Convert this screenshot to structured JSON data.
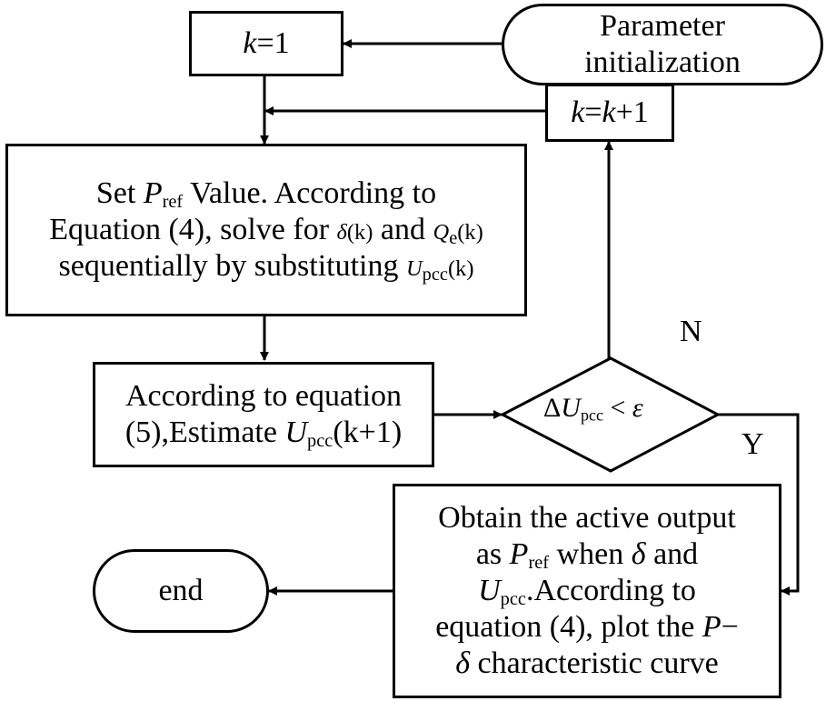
{
  "nodes": {
    "init": {
      "line1": "Parameter",
      "line2": "initialization"
    },
    "k1": {
      "var": "k",
      "eq": "=1"
    },
    "kinc": {
      "var1": "k",
      "eq": "=",
      "var2": "k",
      "tail": "+1"
    },
    "set": {
      "l1_a": "Set ",
      "l1_P": "P",
      "l1_sub": "ref",
      "l1_b": " Value. According to",
      "l2_a": "Equation (4), solve for ",
      "l2_delta": "δ",
      "l2_k": "(k)",
      "l2_and": " and ",
      "l2_Q": "Q",
      "l2_Qsub": "e",
      "l2_Qk": "(k)",
      "l3_a": "sequentially by substituting ",
      "l3_U": "U",
      "l3_sub": "pcc",
      "l3_k": "(k)"
    },
    "estimate": {
      "l1": "According to equation",
      "l2_a": "(5),Estimate ",
      "l2_U": "U",
      "l2_sub": "pcc",
      "l2_k": "(k+1)"
    },
    "decision": {
      "delta": "Δ",
      "U": "U",
      "sub": "pcc",
      "lt": " < ",
      "eps": "ε"
    },
    "obtain": {
      "l1": "Obtain the active output",
      "l2_a": "as ",
      "l2_P": "P",
      "l2_sub": "ref",
      "l2_b": " when ",
      "l2_delta": "δ",
      "l2_c": " and",
      "l3_U": "U",
      "l3_sub": "pcc",
      "l3_b": ".According to",
      "l4_a": "equation (4), plot the ",
      "l4_P": "P",
      "l4_dash": "−",
      "l5_delta": "δ",
      "l5_b": " characteristic curve"
    },
    "end": {
      "label": "end"
    }
  },
  "labels": {
    "no": "N",
    "yes": "Y"
  }
}
